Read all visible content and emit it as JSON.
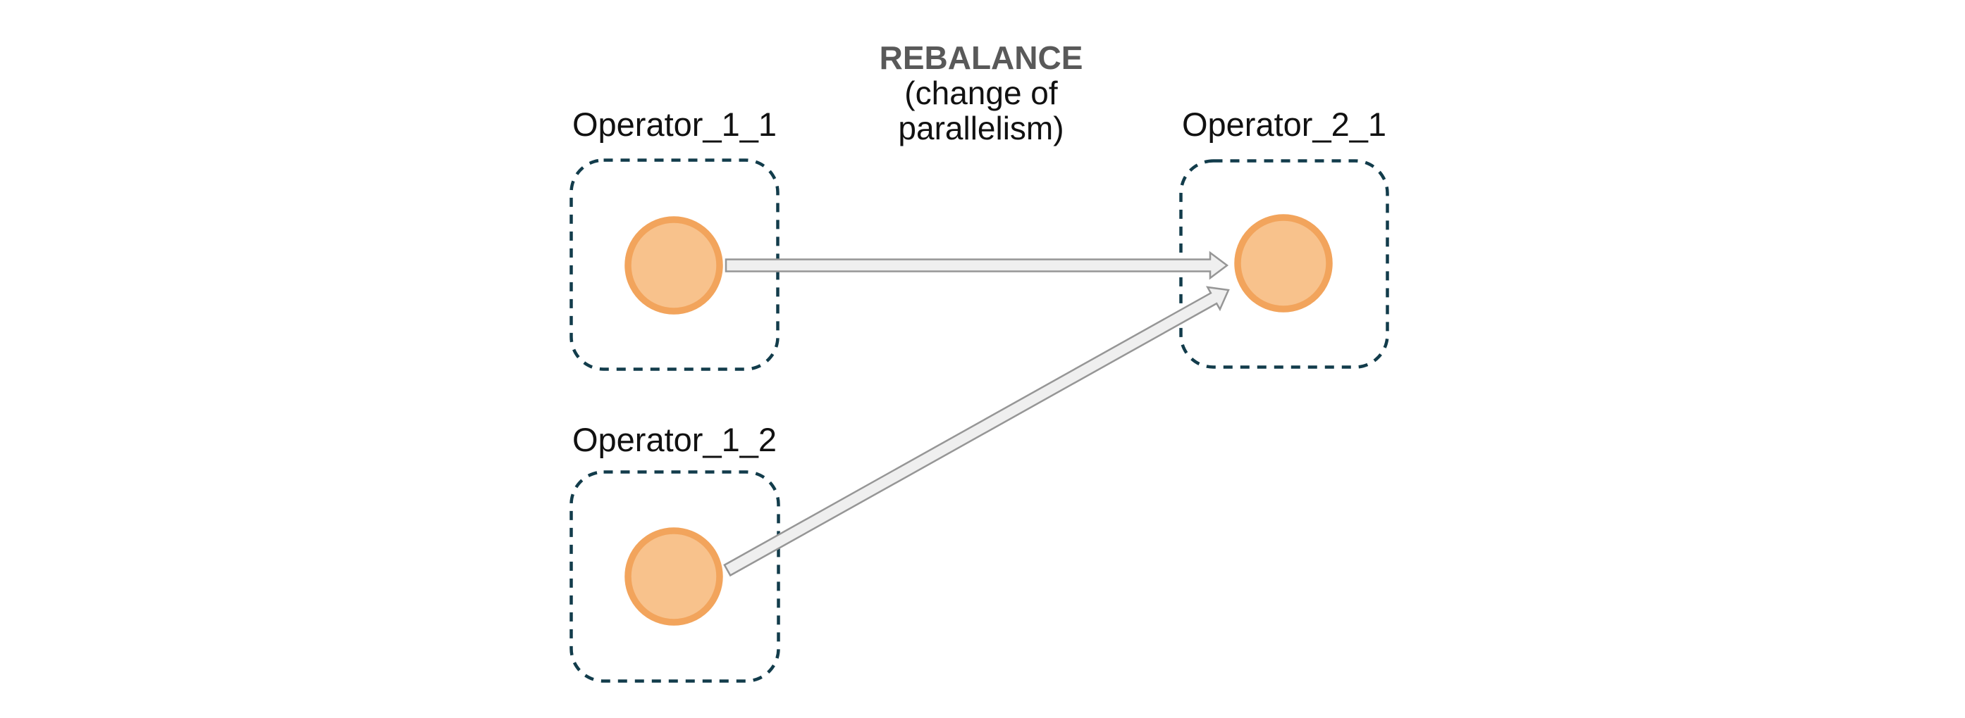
{
  "title": {
    "heading": "REBALANCE",
    "subtitle_line1": "(change of",
    "subtitle_line2": "parallelism)"
  },
  "nodes": [
    {
      "id": "operator_1_1",
      "label": "Operator_1_1"
    },
    {
      "id": "operator_1_2",
      "label": "Operator_1_2"
    },
    {
      "id": "operator_2_1",
      "label": "Operator_2_1"
    }
  ],
  "edges": [
    {
      "from": "operator_1_1",
      "to": "operator_2_1",
      "type": "rebalance"
    },
    {
      "from": "operator_1_2",
      "to": "operator_2_1",
      "type": "rebalance"
    }
  ],
  "colors": {
    "background": "#ffffff",
    "box_border": "#123c4b",
    "node_fill": "#f8c28c",
    "node_stroke": "#f2a45c",
    "arrow_fill": "#efefef",
    "arrow_stroke": "#969696",
    "title_heading": "#595959",
    "text": "#111111"
  }
}
